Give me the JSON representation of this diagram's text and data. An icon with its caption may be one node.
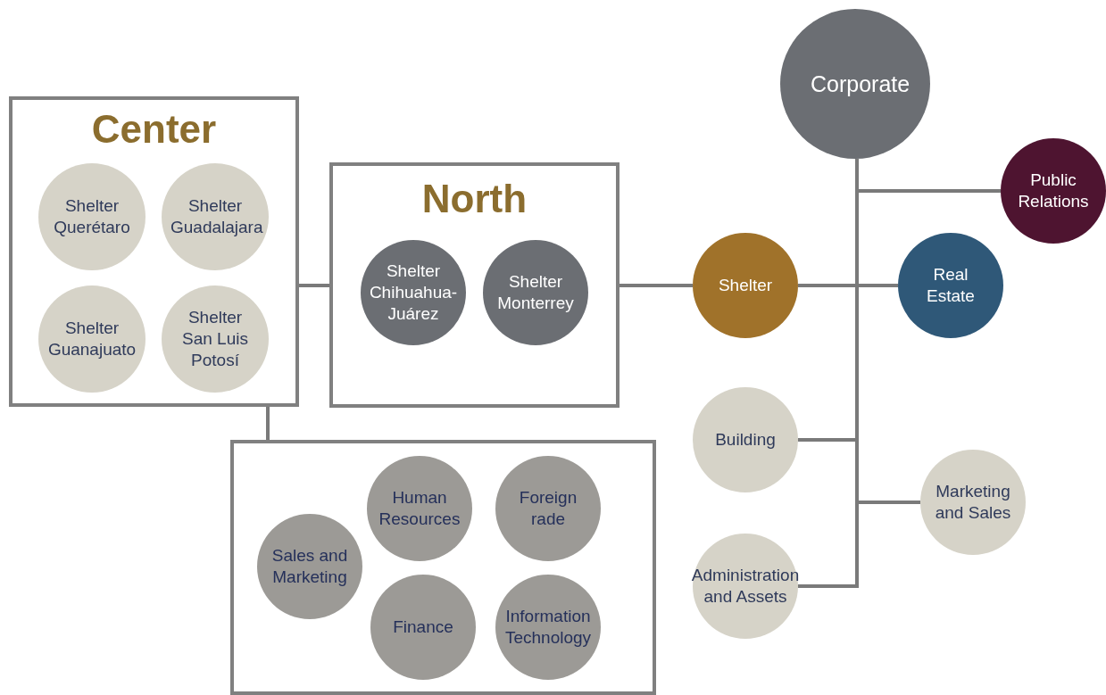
{
  "diagram": {
    "nodes": [
      {
        "text": [
          "Center"
        ]
      },
      {
        "text": [
          "Shelter Querétaro"
        ],
        "in": 0
      },
      {
        "text": [
          "Shelter Guadalajara"
        ],
        "in": 0
      },
      {
        "text": [
          "Shelter Guanajuato"
        ],
        "in": 0
      },
      {
        "text": [
          "Shelter San Luis Potosí"
        ],
        "in": 0
      },
      {
        "text": [
          "North"
        ]
      },
      {
        "text": [
          "Shelter Chihuahua-Juárez"
        ],
        "in": 5
      },
      {
        "text": [
          "Shelter Monterrey"
        ],
        "in": 5
      },
      {
        "text": [],
        "shape": "box"
      },
      {
        "text": [
          "Sales and Marketing"
        ],
        "in": 8
      },
      {
        "text": [
          "Human Resources"
        ],
        "in": 8
      },
      {
        "text": [
          "Foreign rade"
        ],
        "in": 8
      },
      {
        "text": [
          "Finance"
        ],
        "in": 8
      },
      {
        "text": [
          "Information Technology"
        ],
        "in": 8
      },
      {
        "text": [
          "Corporate"
        ]
      },
      {
        "text": [
          "Public Relations"
        ]
      },
      {
        "text": [
          "Shelter"
        ]
      },
      {
        "text": [
          "Real Estate"
        ]
      },
      {
        "text": [
          "Building"
        ]
      },
      {
        "text": [
          "Marketing and Sales"
        ]
      },
      {
        "text": [
          "Administration and Assets"
        ]
      }
    ],
    "edges": [
      {
        "from": 0,
        "to": 5,
        "arrow": "none"
      },
      {
        "from": 0,
        "to": 8,
        "arrow": "none"
      },
      {
        "from": 5,
        "to": 16,
        "arrow": "none"
      },
      {
        "from": 14,
        "to": 15,
        "arrow": "none"
      },
      {
        "from": 14,
        "to": 16,
        "arrow": "none"
      },
      {
        "from": 14,
        "to": 17,
        "arrow": "none"
      },
      {
        "from": 14,
        "to": 18,
        "arrow": "none"
      },
      {
        "from": 14,
        "to": 19,
        "arrow": "none"
      },
      {
        "from": 14,
        "to": 20,
        "arrow": "none"
      }
    ]
  }
}
